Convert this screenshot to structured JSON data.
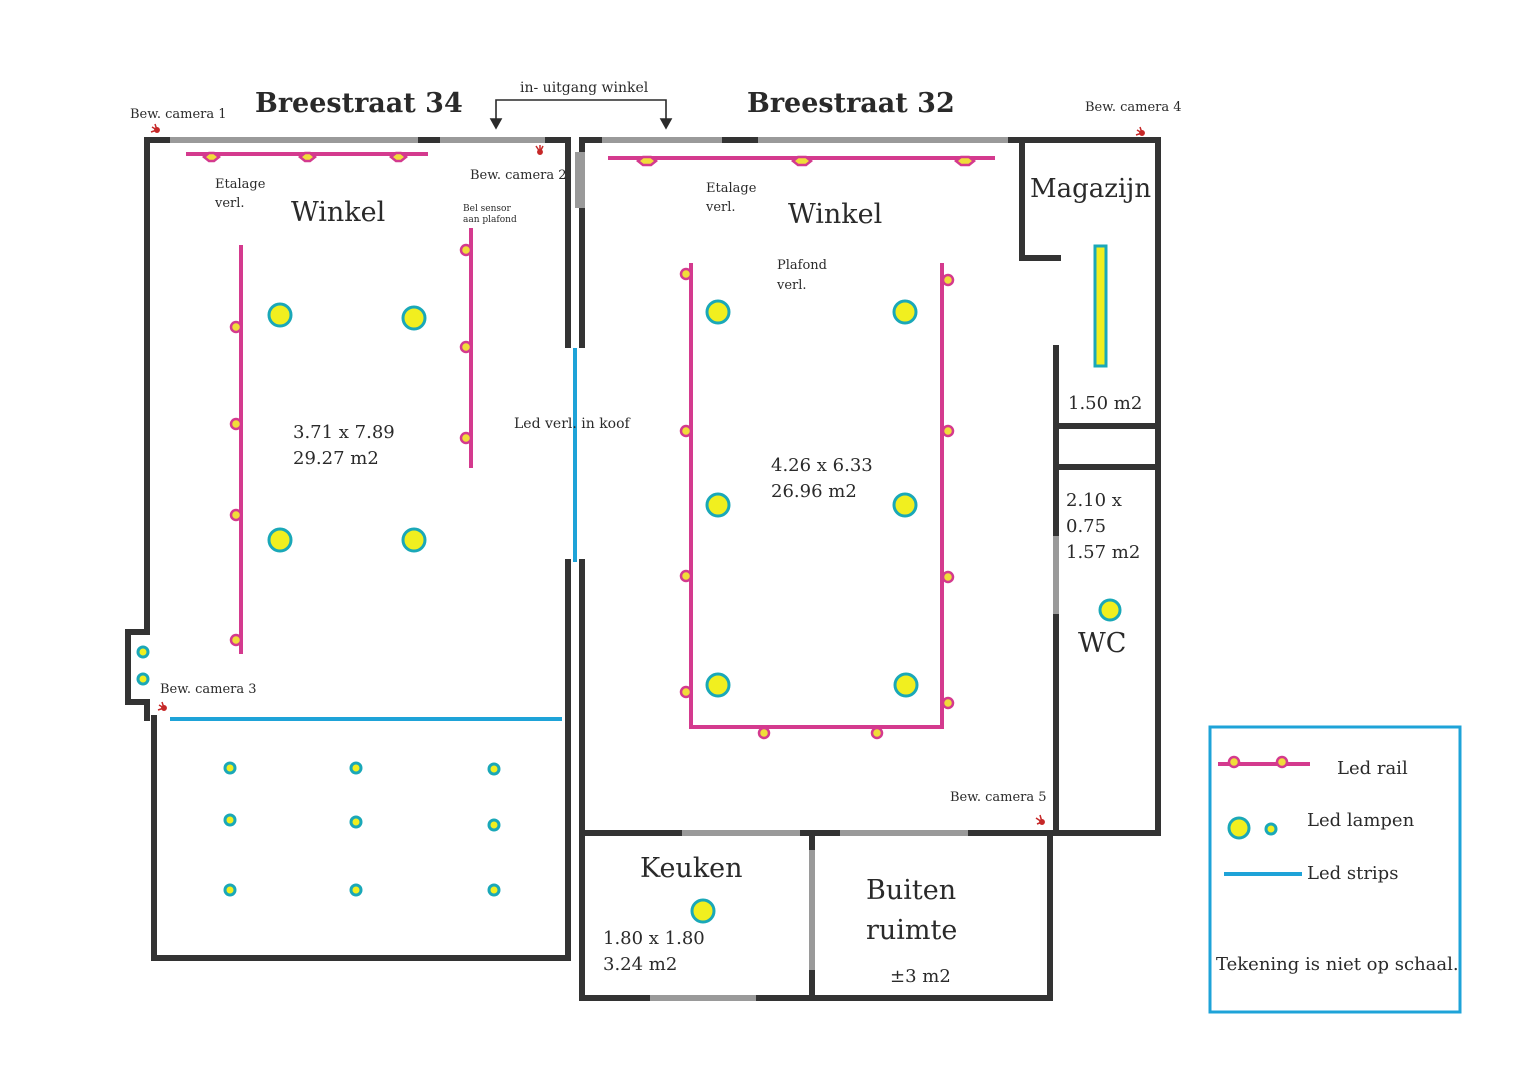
{
  "street": {
    "left": "Breestraat 34",
    "right": "Breestraat 32",
    "entrance": "in- uitgang winkel"
  },
  "cameras": {
    "c1": "Bew. camera 1",
    "c2": "Bew. camera 2",
    "c3": "Bew. camera 3",
    "c4": "Bew. camera 4",
    "c5": "Bew. camera 5"
  },
  "left_shop": {
    "title": "Winkel",
    "etalage_line1": "Etalage",
    "etalage_line2": "verl.",
    "sensor_line1": "Bel sensor",
    "sensor_line2": "aan plafond",
    "dims": "3.71 x 7.89",
    "area": "29.27 m2",
    "led_koof": "Led verl. in koof"
  },
  "right_shop": {
    "title": "Winkel",
    "etalage_line1": "Etalage",
    "etalage_line2": "verl.",
    "plafond_line1": "Plafond",
    "plafond_line2": "verl.",
    "dims": "4.26 x 6.33",
    "area": "26.96 m2"
  },
  "magazijn": {
    "title": "Magazijn",
    "area": "1.50 m2"
  },
  "wc": {
    "dims_line1": "2.10 x",
    "dims_line2": "0.75",
    "area": "1.57 m2",
    "title": "WC"
  },
  "keuken": {
    "title": "Keuken",
    "dims": "1.80 x 1.80",
    "area": "3.24 m2"
  },
  "buiten": {
    "title_line1": "Buiten",
    "title_line2": "ruimte",
    "area": "±3 m2"
  },
  "legend": {
    "rail": "Led rail",
    "lampen": "Led lampen",
    "strips": "Led strips",
    "note": "Tekening is niet op schaal."
  },
  "colors": {
    "wall": "#333333",
    "window": "#9a9a9a",
    "led_rail": "#d43a8e",
    "led_strip": "#1ea3d8",
    "lamp_fill": "#f1ef1f",
    "lamp_ring": "#1aa8b8",
    "legend_border": "#1ea3d8"
  }
}
